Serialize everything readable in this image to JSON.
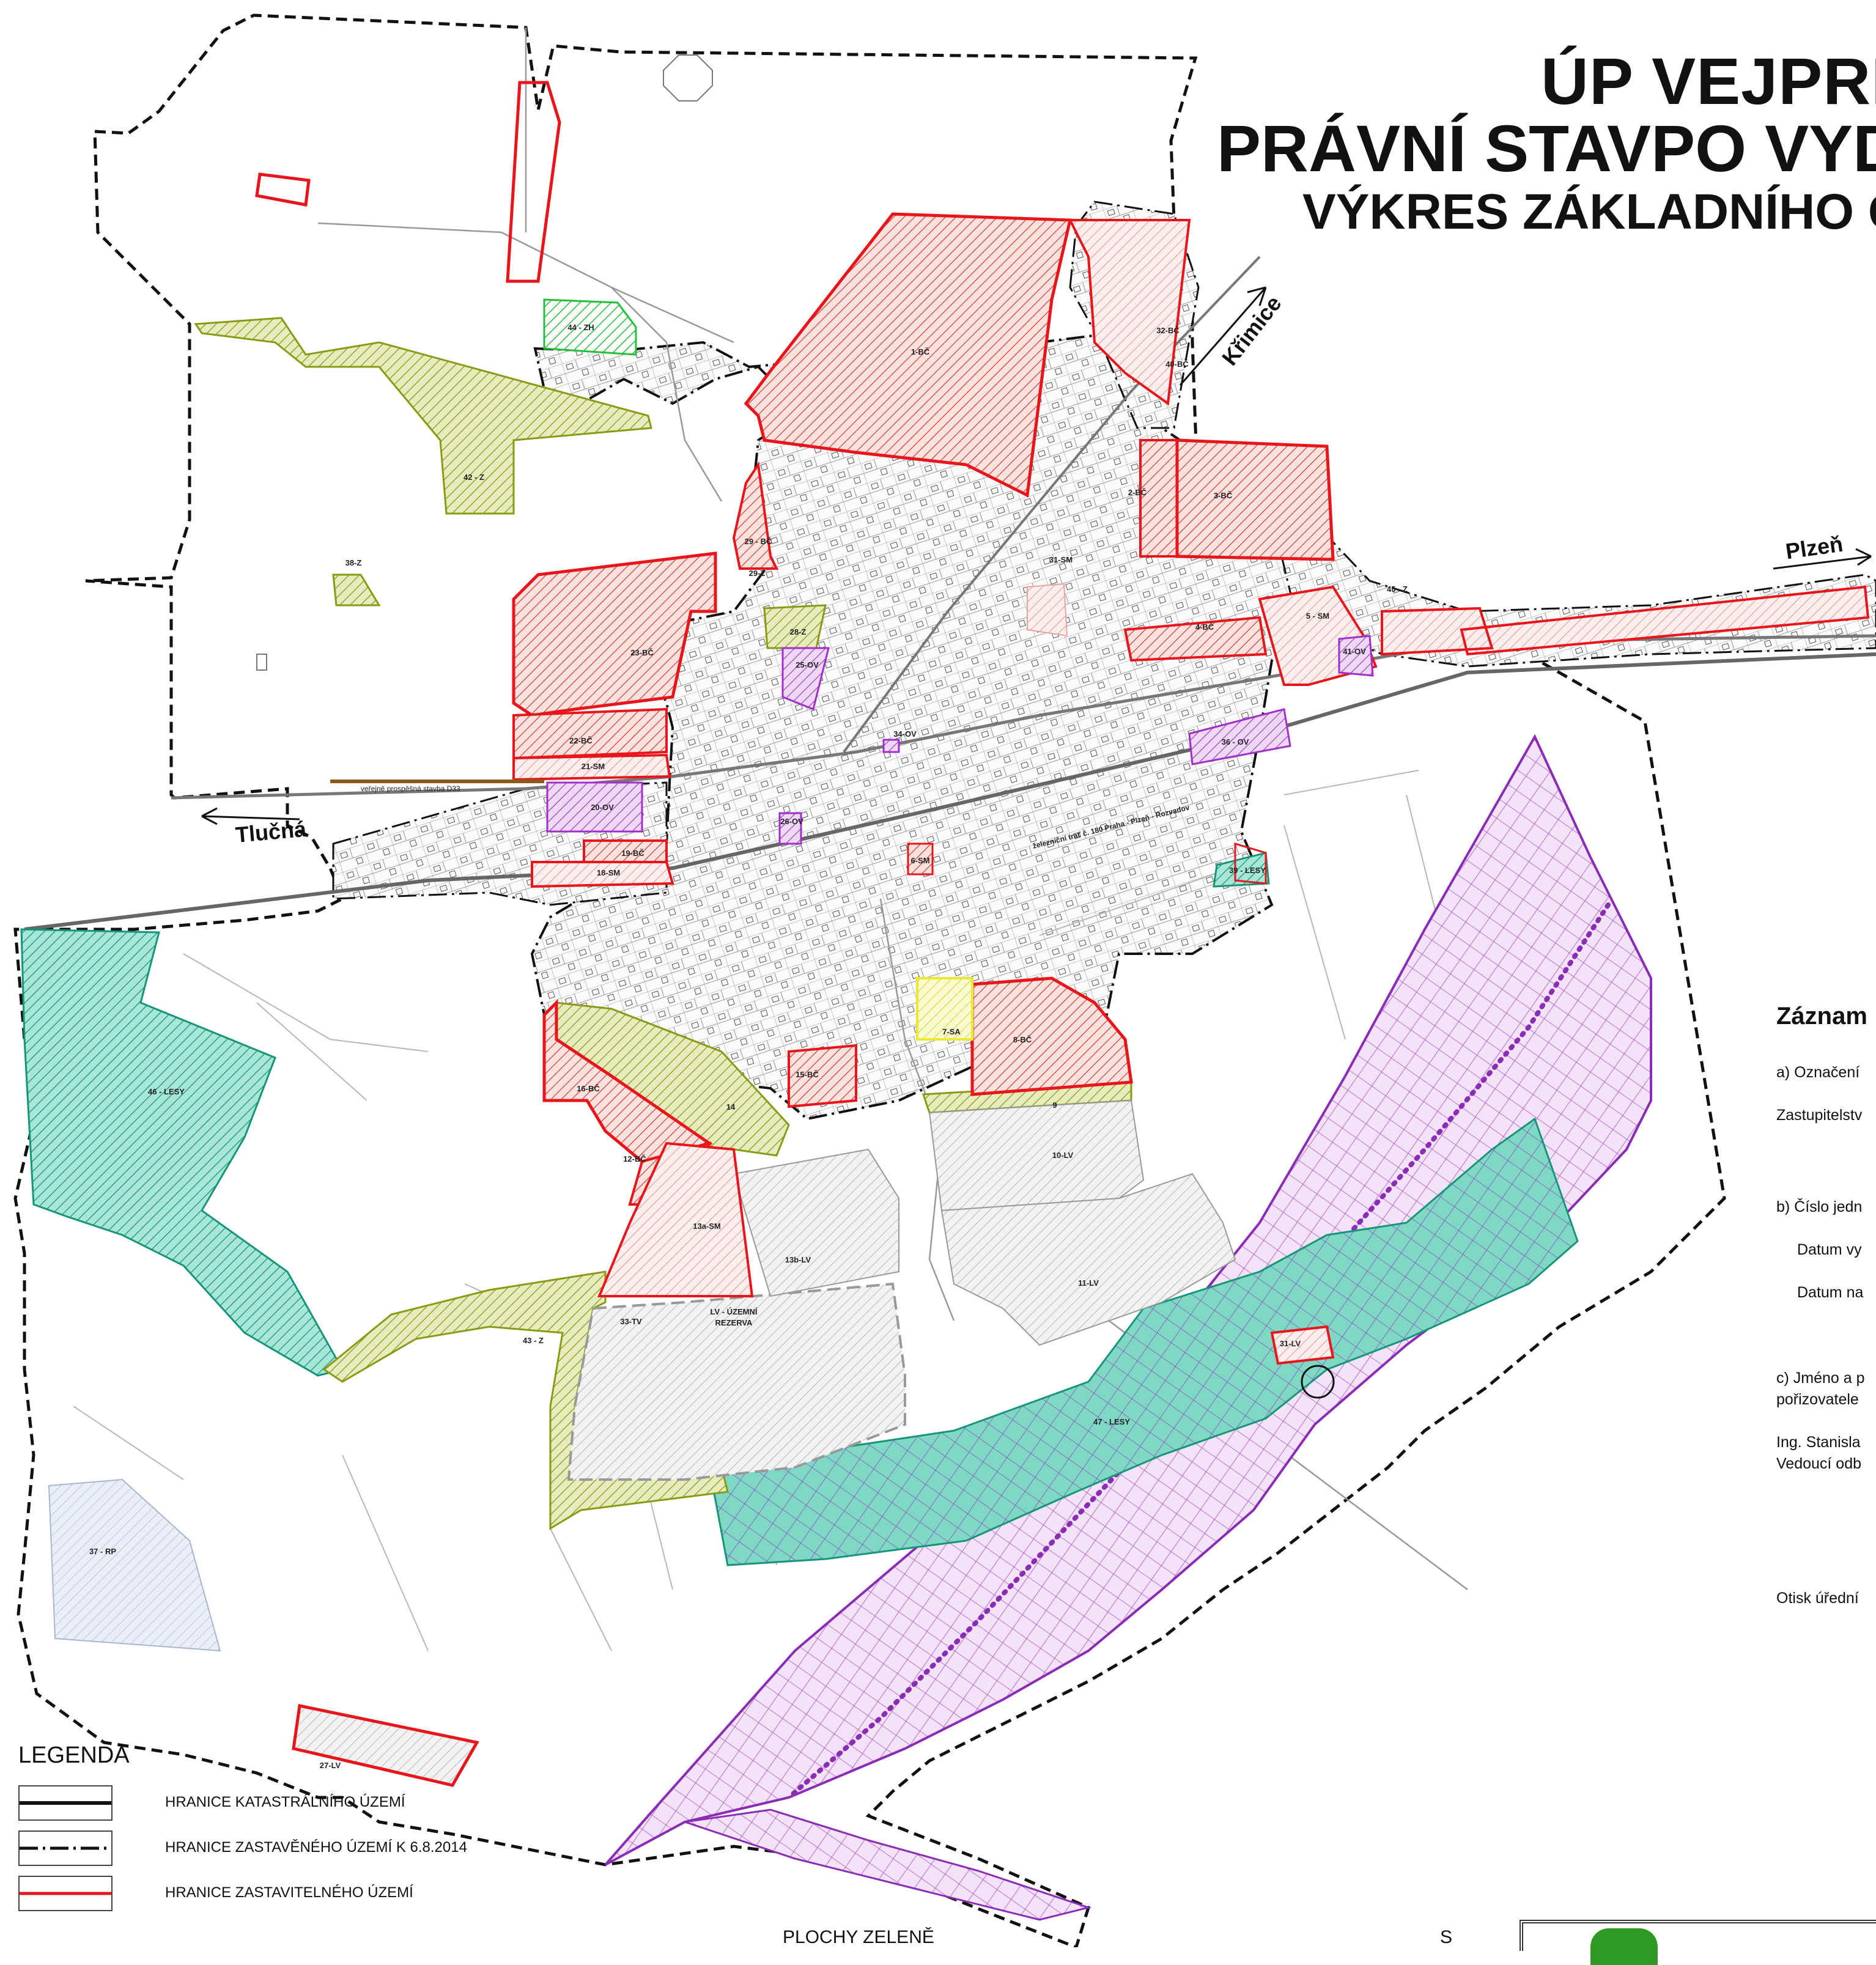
{
  "title": {
    "line1": "ÚP VEJPRN",
    "line2": "PRÁVNÍ STAVPO VYDÁ",
    "line3": "VÝKRES ZÁKLADNÍHO Č"
  },
  "directions": {
    "krimice": "Křimice",
    "plzen": "Plzeň",
    "tlucna": "Tlučná"
  },
  "map_labels": {
    "vps": "veřejně prospěšná stavba D33",
    "rail": "železniční trať č. 180  Praha - Plzeň - Rozvadov"
  },
  "zones": {
    "z44": "44 - ZH",
    "z1": "1-BČ",
    "z32": "32-BČ",
    "z40": "40-BČ",
    "z42": "42 - Z",
    "z2": "2-BČ",
    "z3": "3-BČ",
    "z29bc": "29 - BČ",
    "z29z": "29-Z",
    "z38": "38-Z",
    "z31sm": "31-SM",
    "z45": "45 - Z",
    "z23": "23-BČ",
    "z28": "28-Z",
    "z25": "25-OV",
    "z4": "4-BČ",
    "z5": "5 - SM",
    "z41": "41-OV",
    "z22": "22-BČ",
    "z21": "21-SM",
    "z34": "34-OV",
    "z36": "36 - OV",
    "z20": "20-OV",
    "z26": "26-OV",
    "z19": "19-BČ",
    "z18": "18-SM",
    "z6": "6-SM",
    "z39": "39 - LESY",
    "z46": "46 - LESY",
    "z7": "7-SA",
    "z16": "16-BČ",
    "z15": "15-BČ",
    "z14": "14",
    "z8": "8-BČ",
    "z9": "9",
    "z10": "10-LV",
    "z12": "12-BČ",
    "z13a": "13a-SM",
    "z13b": "13b-LV",
    "z11": "11-LV",
    "z43": "43 - Z",
    "z33": "33-TV",
    "zLV1": "LV - ÚZEMNÍ",
    "zLV2": "REZERVA",
    "z31lv": "31-LV",
    "z47": "47 - LESY",
    "z37": "37 - RP",
    "z27": "27-LV"
  },
  "panel": {
    "heading": "Záznam",
    "a": "a) Označení",
    "zast": "Zastupitelstv",
    "b": "b) Číslo jedn",
    "datum_vy": "Datum vy",
    "datum_na": "Datum na",
    "c1": "c) Jméno a p",
    "c2": "pořizovatele",
    "ing": "Ing. Stanisla",
    "ved": "Vedoucí odb",
    "otisk": "Otisk úřední"
  },
  "legend": {
    "heading": "LEGENDA",
    "items": [
      "HRANICE KATASTRÁLNÍHO ÚZEMÍ",
      "HRANICE ZASTAVĚNÉHO ÚZEMÍ K 6.8.2014",
      "HRANICE ZASTAVITELNÉHO ÚZEMÍ"
    ]
  },
  "bottom": {
    "plochy": "PLOCHY ZELENĚ",
    "s": "S"
  },
  "colors": {
    "red": "#e8151b",
    "red_fill": "#f6c6c0",
    "purple": "#a030c8",
    "purple_fill": "#e9c8f2",
    "teal": "#1aa58a",
    "teal_fill": "#7fd8c4",
    "olive": "#8a9a14",
    "olive_fill": "#cdd884",
    "green": "#22c03a",
    "gray_fill": "#dedede",
    "rp_fill": "#dfe6f2",
    "sa_yellow": "#eaea30",
    "road_brown": "#8a5a1a"
  }
}
